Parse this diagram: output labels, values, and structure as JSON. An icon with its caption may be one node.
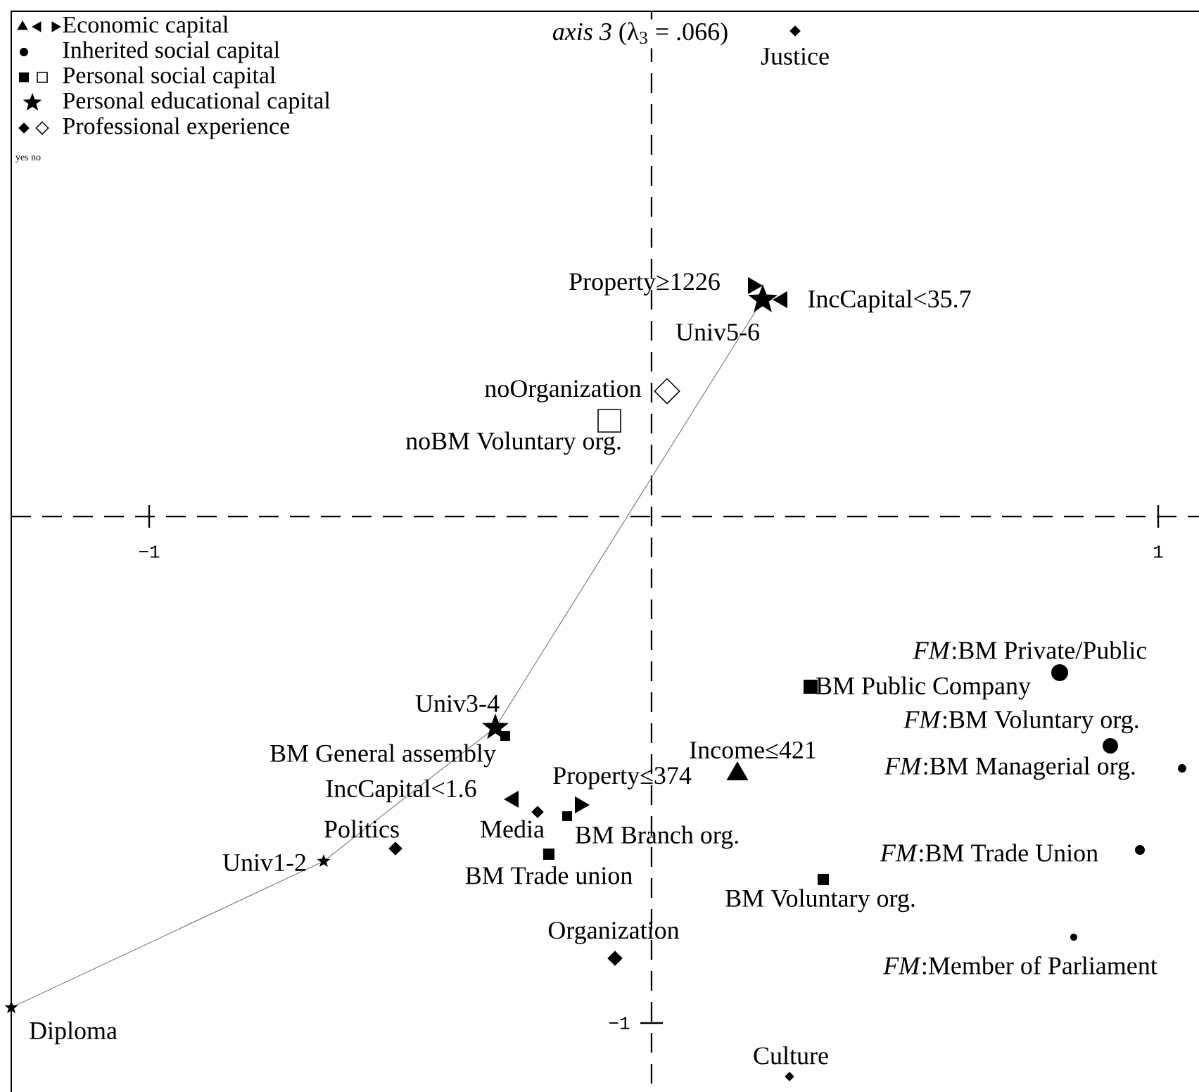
{
  "diagram": {
    "nodes": [
      {
        "text": [
          "Justice"
        ]
      },
      {
        "text": [
          "Property≥1226"
        ]
      },
      {
        "text": [
          "IncCapital<35.7"
        ]
      },
      {
        "text": [
          "Univ5-6"
        ]
      },
      {
        "text": [
          "noOrganization"
        ]
      },
      {
        "text": [
          "noBM Voluntary org."
        ]
      },
      {
        "text": [
          "*FM*:BM Private/Public"
        ]
      },
      {
        "text": [
          "BM Public Company"
        ]
      },
      {
        "text": [
          "*FM*:BM Voluntary org."
        ]
      },
      {
        "text": [
          "Univ3-4"
        ]
      },
      {
        "text": [
          "BM General assembly"
        ]
      },
      {
        "text": [
          "Income≤421"
        ]
      },
      {
        "text": [
          "*FM*:BM Managerial org."
        ]
      },
      {
        "text": [
          "IncCapital<1.6"
        ]
      },
      {
        "text": [
          "Property≤374"
        ]
      },
      {
        "text": [
          "Media"
        ]
      },
      {
        "text": [
          "BM Branch org."
        ]
      },
      {
        "text": [
          "Politics"
        ]
      },
      {
        "text": [
          "Univ1-2"
        ]
      },
      {
        "text": [
          "BM Trade union"
        ]
      },
      {
        "text": [
          "*FM*:BM Trade Union"
        ]
      },
      {
        "text": [
          "BM Voluntary org."
        ]
      },
      {
        "text": [
          "Organization"
        ]
      },
      {
        "text": [
          "*FM*:Member of Parliament"
        ]
      },
      {
        "text": [
          "Diploma"
        ]
      },
      {
        "text": [
          "Culture"
        ]
      }
    ],
    "edges": [
      {
        "from": 24,
        "to": 18,
        "arrow": "none"
      },
      {
        "from": 18,
        "to": 9,
        "arrow": "none"
      },
      {
        "from": 9,
        "to": 3,
        "arrow": "none"
      }
    ],
    "labels": [
      "*axis 3* (λ$_{3}$ = .066)",
      "yes no",
      "−1",
      "1",
      "−1"
    ],
    "legend": [
      {
        "text": "Economic capital"
      },
      {
        "text": "Inherited social capital"
      },
      {
        "text": "Personal social capital"
      },
      {
        "text": "Personal educational capital"
      },
      {
        "text": "Professional experience"
      }
    ]
  }
}
